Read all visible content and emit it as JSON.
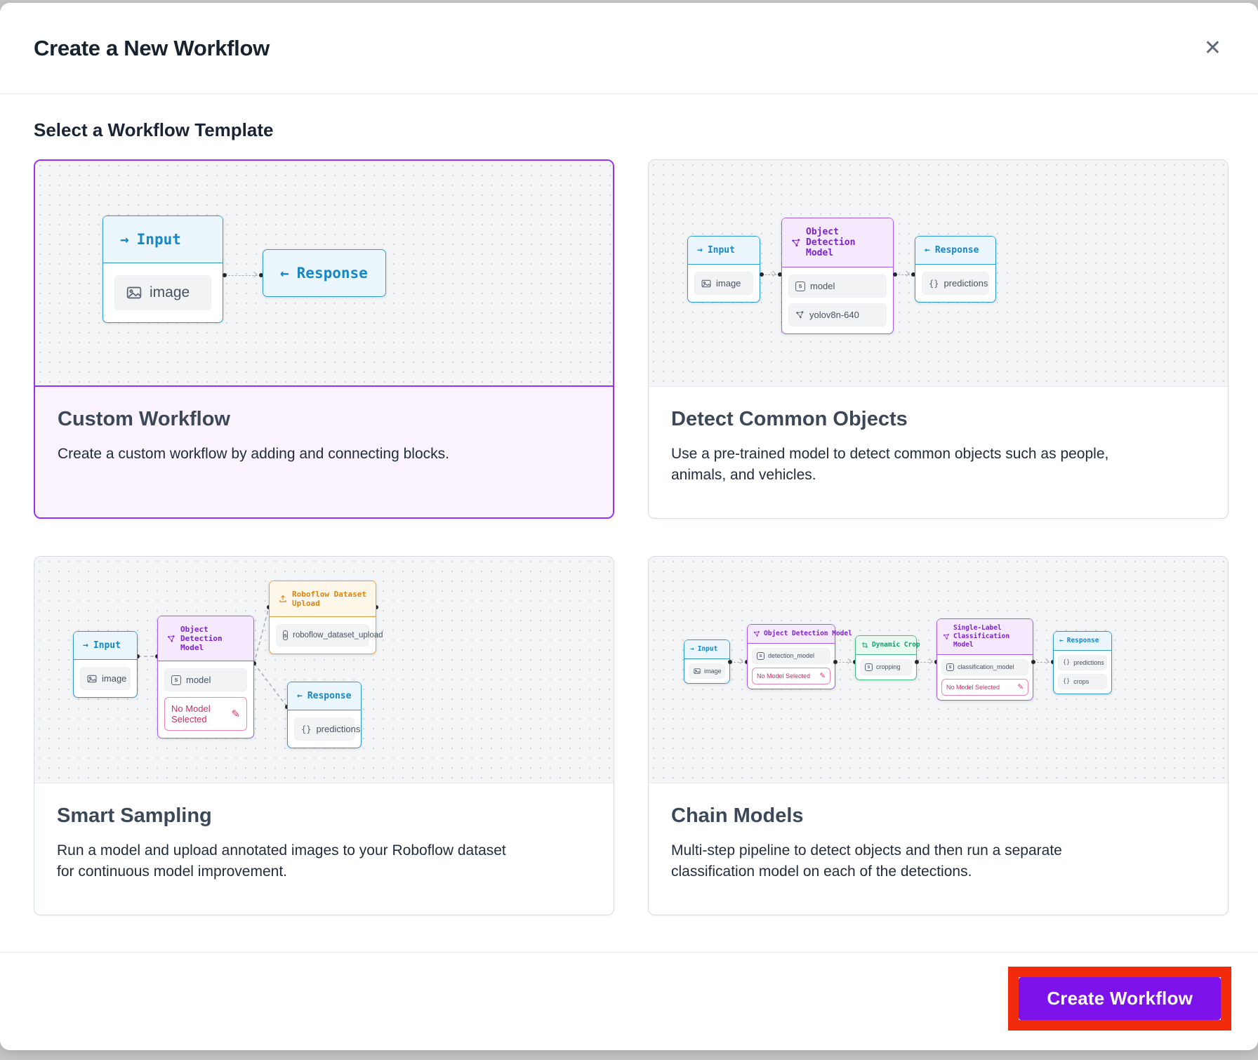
{
  "modal": {
    "title": "Create a New Workflow",
    "section_heading": "Select a Workflow Template",
    "create_button_label": "Create Workflow"
  },
  "icons": {
    "close": "✕",
    "input_arrow": "→",
    "response_arrow": "←",
    "braces": "{}",
    "string_badge": "s",
    "pencil": "✎"
  },
  "colors": {
    "accent_purple": "#7D13EA",
    "selected_card_purple": "#9B2FF2",
    "annotation_red": "#F22B0C",
    "node_blue": "#2D9BD3",
    "node_purple": "#A55BEF",
    "node_orange": "#E99B3E",
    "node_green": "#42BD85",
    "error_pink": "#F584AD",
    "error_text": "#CF2D62"
  },
  "cards": [
    {
      "title": "Custom Workflow",
      "description": "Create a custom workflow by adding and connecting blocks.",
      "selected": true,
      "diagram": {
        "input_label": "Input",
        "image_field": "image",
        "response_label": "Response"
      }
    },
    {
      "title": "Detect Common Objects",
      "description": "Use a pre-trained model to detect common objects such as people, animals, and vehicles.",
      "selected": false,
      "diagram": {
        "input_label": "Input",
        "image_field": "image",
        "odm_label": "Object Detection Model",
        "model_field": "model",
        "model_value": "yolov8n-640",
        "response_label": "Response",
        "predictions_field": "predictions"
      }
    },
    {
      "title": "Smart Sampling",
      "description": "Run a model and upload annotated images to your Roboflow dataset for continuous model improvement.",
      "selected": false,
      "diagram": {
        "input_label": "Input",
        "image_field": "image",
        "odm_label": "Object Detection Model",
        "model_field": "model",
        "no_model_text": "No Model Selected",
        "upload_label": "Roboflow Dataset Upload",
        "upload_field": "roboflow_dataset_upload",
        "response_label": "Response",
        "predictions_field": "predictions"
      }
    },
    {
      "title": "Chain Models",
      "description": "Multi-step pipeline to detect objects and then run a separate classification model on each of the detections.",
      "selected": false,
      "diagram": {
        "input_label": "Input",
        "image_field": "image",
        "odm_label": "Object Detection Model",
        "detection_model_field": "detection_model",
        "no_model_text": "No Model Selected",
        "crop_label": "Dynamic Crop",
        "cropping_field": "cropping",
        "classification_label": "Single-Label Classification Model",
        "classification_model_field": "classification_model",
        "response_label": "Response",
        "predictions_field": "predictions",
        "crops_field": "crops"
      }
    }
  ]
}
